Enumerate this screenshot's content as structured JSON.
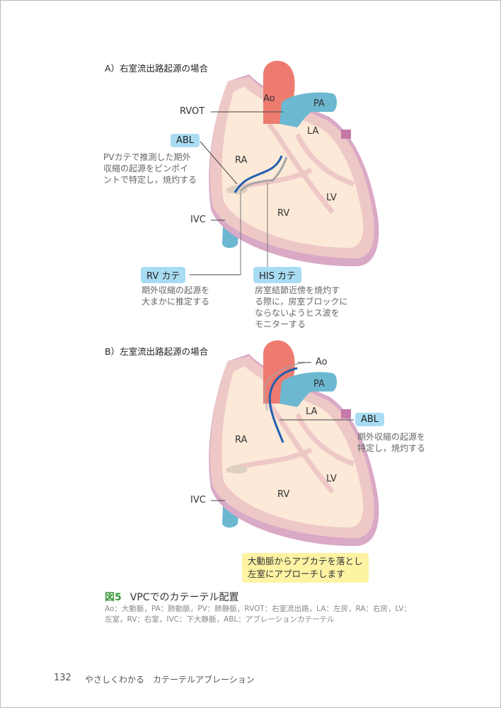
{
  "panel_a": {
    "title": "A）右室流出路起源の場合",
    "labels": {
      "ao": "Ao",
      "pa": "PA",
      "la": "LA",
      "ra": "RA",
      "lv": "LV",
      "rv": "RV",
      "rvot": "RVOT",
      "ivc": "IVC"
    },
    "abl": {
      "label": "ABL",
      "note": [
        "PVカテで推測した期外",
        "収縮の起源をピンポイ",
        "ントで特定し，焼灼する"
      ]
    },
    "rv_cath": {
      "label": "RV カテ",
      "note": [
        "期外収縮の起源を",
        "大まかに推定する"
      ]
    },
    "his_cath": {
      "label": "HIS カテ",
      "note": [
        "房室結節近傍を焼灼す",
        "る際に，房室ブロックに",
        "ならないようヒス波を",
        "モニターする"
      ]
    }
  },
  "panel_b": {
    "title": "B）左室流出路起源の場合",
    "labels": {
      "ao": "Ao",
      "pa": "PA",
      "la": "LA",
      "ra": "RA",
      "lv": "LV",
      "rv": "RV",
      "ivc": "IVC"
    },
    "abl": {
      "label": "ABL",
      "note": [
        "期外収縮の起源を",
        "特定し，焼灼する"
      ]
    },
    "callout": [
      "大動脈からアブカテを落とし",
      "左室にアプローチします"
    ]
  },
  "caption": {
    "fig": "図5",
    "title": "VPCでのカテーテル配置",
    "lines": [
      "Ao：大動脈，PA：肺動脈，PV：肺静脈，RVOT：右室流出路，LA：左房，RA：右房，LV：",
      "左室，RV：右室，IVC：下大静脈，ABL：アブレーションカテーテル"
    ]
  },
  "footer": {
    "page": "132",
    "book": "やさしくわかる　カテーテルアブレーション"
  },
  "colors": {
    "wall": "#eec8c6",
    "outer": "#d9a9c6",
    "inner": "#fce9d8",
    "aorta": "#ee7b70",
    "pa": "#6cb8d1",
    "abl": "#1f5fae",
    "cath": "#a6a6a6",
    "box": "#a9dcf3",
    "callout": "#fdf3a3",
    "fig": "#3c9a3c"
  }
}
